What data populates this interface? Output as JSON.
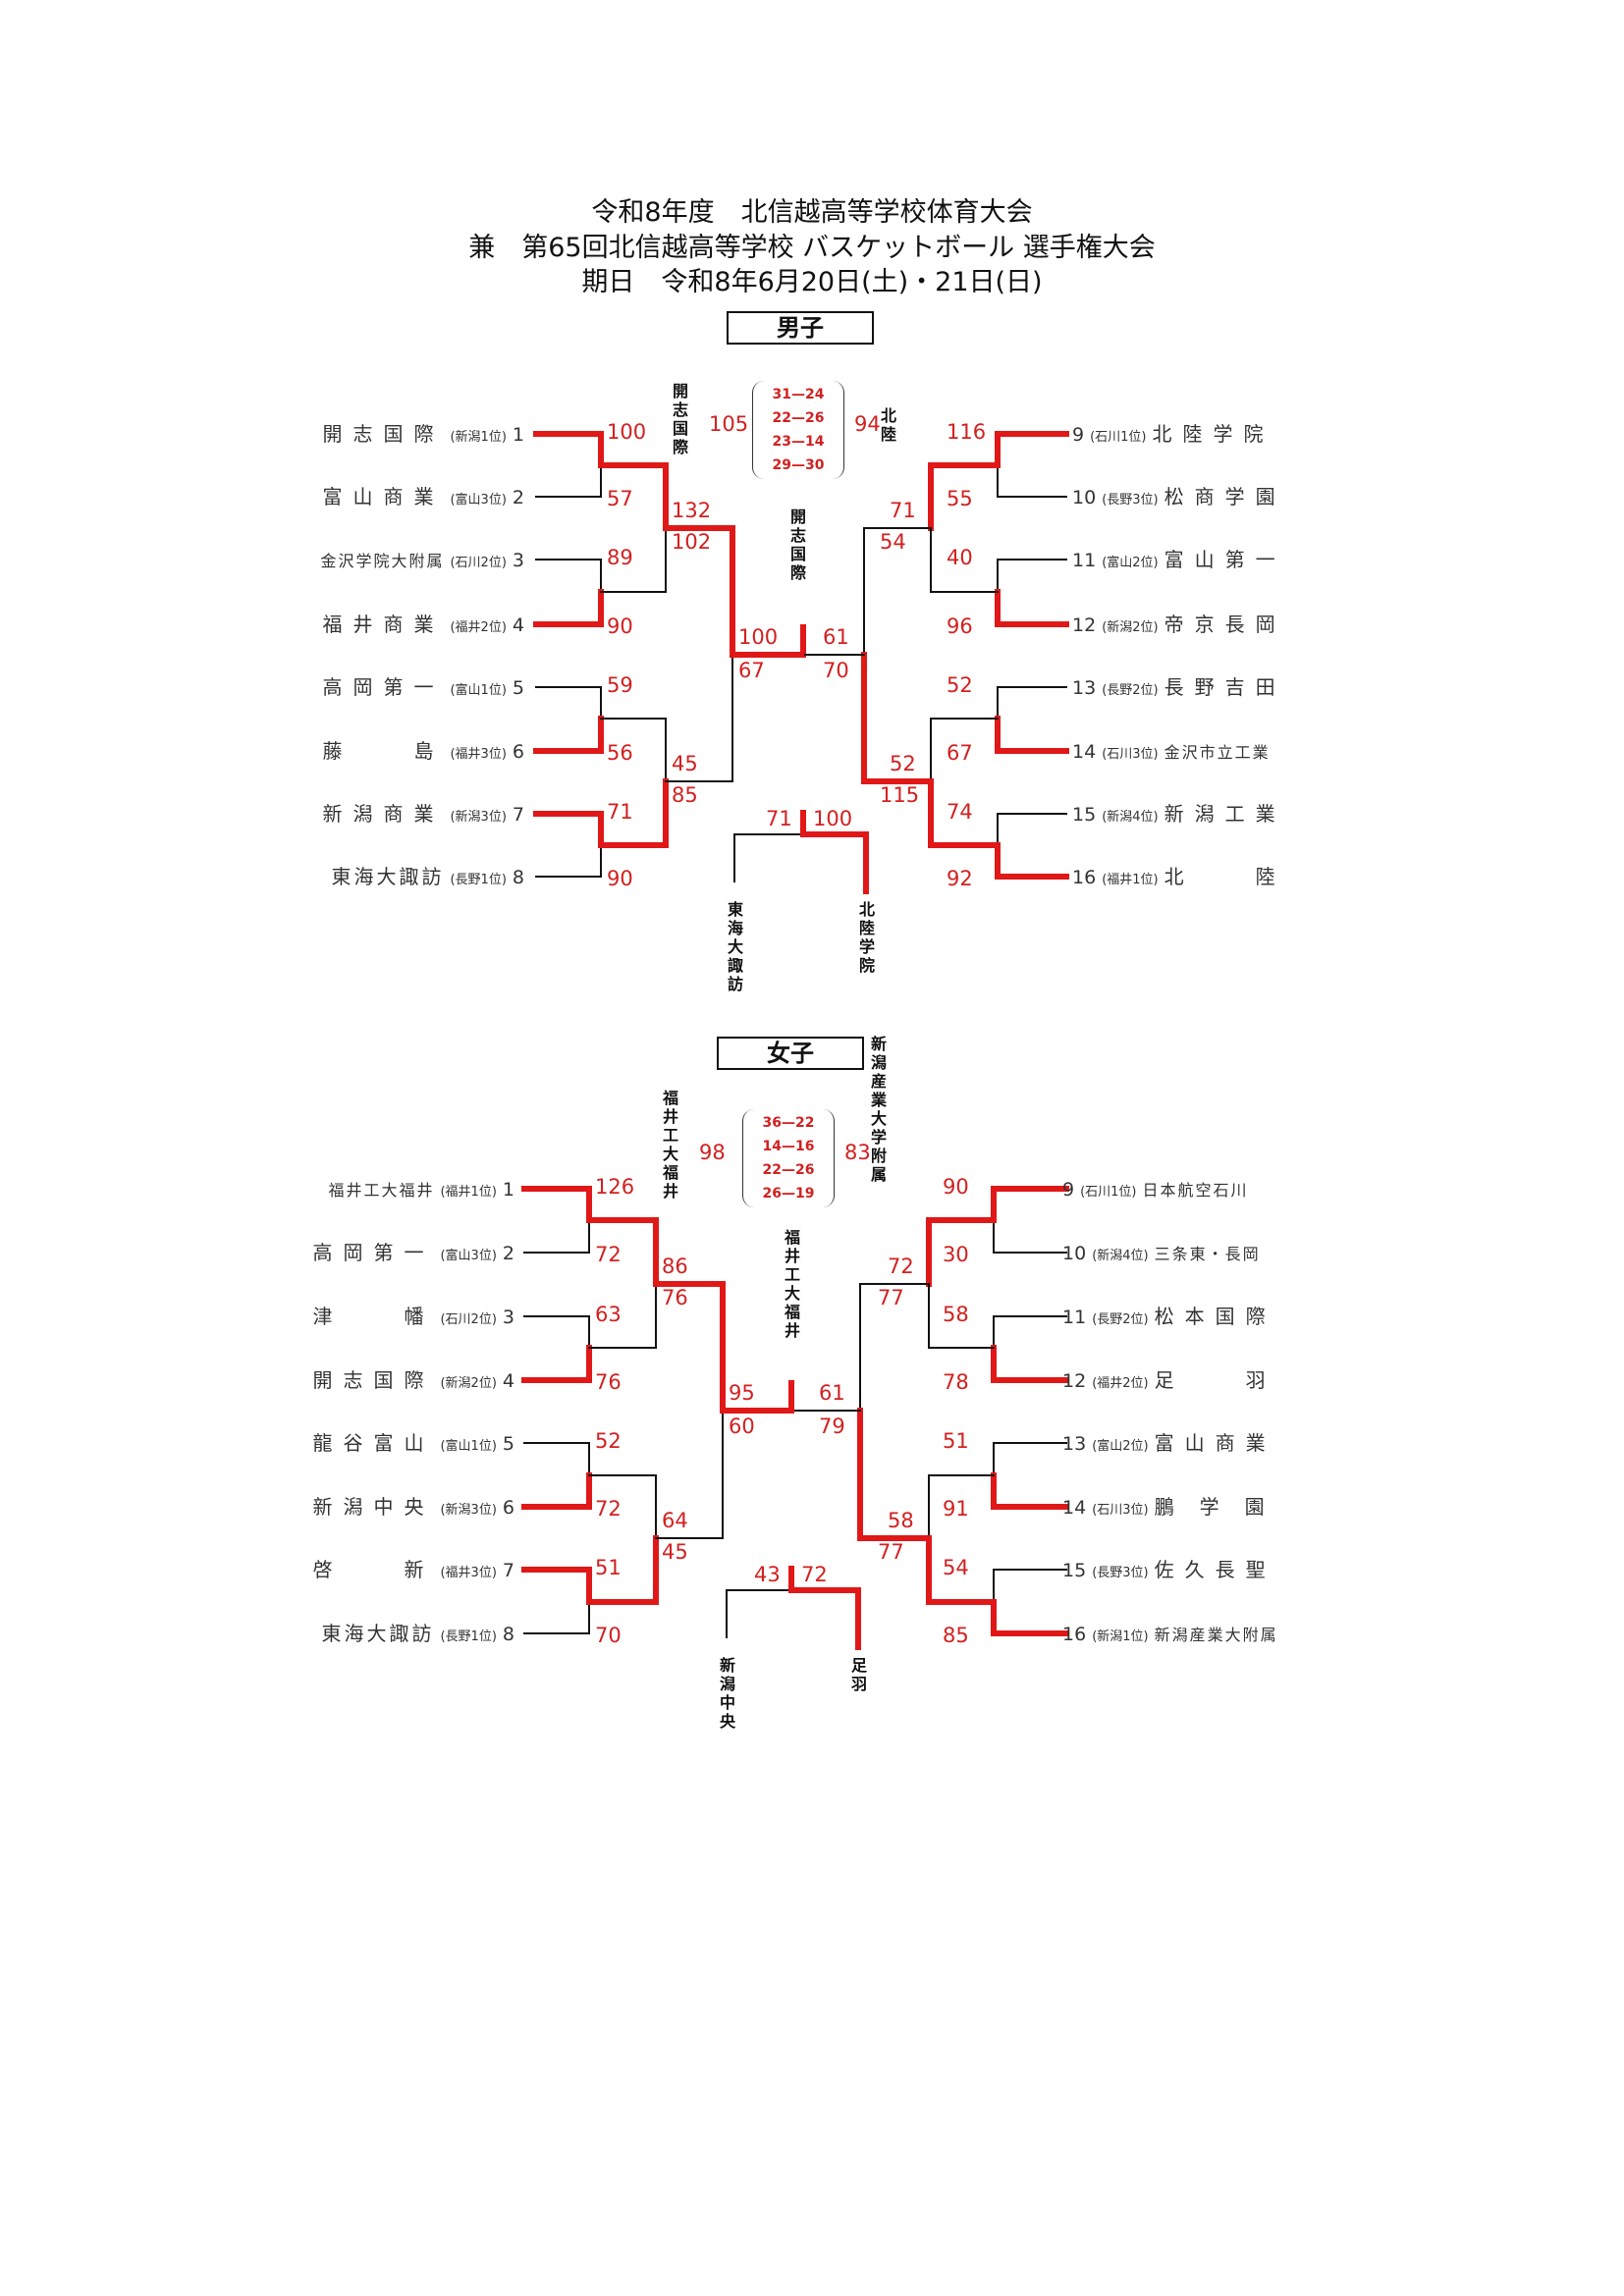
{
  "header": {
    "line1": "令和8年度　北信越高等学校体育大会",
    "line2": "兼　第65回北信越高等学校 バスケットボール 選手権大会",
    "line3": "期日　令和8年6月20日(土)・21日(日)"
  },
  "boys": {
    "label": "男子",
    "left_teams": [
      {
        "name": "開志国際",
        "rank": "(新潟1位)",
        "no": "1"
      },
      {
        "name": "富山商業",
        "rank": "(富山3位)",
        "no": "2"
      },
      {
        "name": "金沢学院大附属",
        "rank": "(石川2位)",
        "no": "3"
      },
      {
        "name": "福井商業",
        "rank": "(福井2位)",
        "no": "4"
      },
      {
        "name": "高岡第一",
        "rank": "(富山1位)",
        "no": "5"
      },
      {
        "name": "藤　　島",
        "rank": "(福井3位)",
        "no": "6"
      },
      {
        "name": "新潟商業",
        "rank": "(新潟3位)",
        "no": "7"
      },
      {
        "name": "東海大諏訪",
        "rank": "(長野1位)",
        "no": "8"
      }
    ],
    "right_teams": [
      {
        "no": "9",
        "rank": "(石川1位)",
        "name": "北陸学院"
      },
      {
        "no": "10",
        "rank": "(長野3位)",
        "name": "松商学園"
      },
      {
        "no": "11",
        "rank": "(富山2位)",
        "name": "富山第一"
      },
      {
        "no": "12",
        "rank": "(新潟2位)",
        "name": "帝京長岡"
      },
      {
        "no": "13",
        "rank": "(長野2位)",
        "name": "長野吉田"
      },
      {
        "no": "14",
        "rank": "(石川3位)",
        "name": "金沢市立工業"
      },
      {
        "no": "15",
        "rank": "(新潟4位)",
        "name": "新潟工業"
      },
      {
        "no": "16",
        "rank": "(福井1位)",
        "name": "北　　陸"
      }
    ],
    "scores": {
      "r1_l": [
        "100",
        "57",
        "89",
        "90",
        "59",
        "56",
        "71",
        "90"
      ],
      "r1_r": [
        "116",
        "55",
        "40",
        "96",
        "52",
        "67",
        "74",
        "92"
      ],
      "qf_l": [
        "132",
        "102",
        "45",
        "85"
      ],
      "qf_r": [
        "71",
        "54",
        "52",
        "115"
      ],
      "sf_l": [
        "100",
        "67"
      ],
      "sf_r": [
        "61",
        "70"
      ],
      "final_left": "105",
      "final_right": "94",
      "third_left": "71",
      "third_right": "100"
    },
    "final_left_name": "開志国際",
    "final_right_name": "北陸",
    "sets": [
      "31—24",
      "22—26",
      "23—14",
      "29—30"
    ],
    "champion": "開志国際",
    "third_left_name": "東海大諏訪",
    "third_right_name": "北陸学院"
  },
  "girls": {
    "label": "女子",
    "left_teams": [
      {
        "name": "福井工大福井",
        "rank": "(福井1位)",
        "no": "1"
      },
      {
        "name": "高岡第一",
        "rank": "(富山3位)",
        "no": "2"
      },
      {
        "name": "津　　幡",
        "rank": "(石川2位)",
        "no": "3"
      },
      {
        "name": "開志国際",
        "rank": "(新潟2位)",
        "no": "4"
      },
      {
        "name": "龍谷富山",
        "rank": "(富山1位)",
        "no": "5"
      },
      {
        "name": "新潟中央",
        "rank": "(新潟3位)",
        "no": "6"
      },
      {
        "name": "啓　　新",
        "rank": "(福井3位)",
        "no": "7"
      },
      {
        "name": "東海大諏訪",
        "rank": "(長野1位)",
        "no": "8"
      }
    ],
    "right_teams": [
      {
        "no": "9",
        "rank": "(石川1位)",
        "name": "日本航空石川"
      },
      {
        "no": "10",
        "rank": "(新潟4位)",
        "name": "三条東・長岡"
      },
      {
        "no": "11",
        "rank": "(長野2位)",
        "name": "松本国際"
      },
      {
        "no": "12",
        "rank": "(福井2位)",
        "name": "足　　羽"
      },
      {
        "no": "13",
        "rank": "(富山2位)",
        "name": "富山商業"
      },
      {
        "no": "14",
        "rank": "(石川3位)",
        "name": "鵬　学　園"
      },
      {
        "no": "15",
        "rank": "(長野3位)",
        "name": "佐久長聖"
      },
      {
        "no": "16",
        "rank": "(新潟1位)",
        "name": "新潟産業大附属"
      }
    ],
    "scores": {
      "r1_l": [
        "126",
        "72",
        "63",
        "76",
        "52",
        "72",
        "51",
        "70"
      ],
      "r1_r": [
        "90",
        "30",
        "58",
        "78",
        "51",
        "91",
        "54",
        "85"
      ],
      "qf_l": [
        "86",
        "76",
        "64",
        "45"
      ],
      "qf_r": [
        "72",
        "77",
        "58",
        "77"
      ],
      "sf_l": [
        "95",
        "60"
      ],
      "sf_r": [
        "61",
        "79"
      ],
      "final_left": "98",
      "final_right": "83",
      "third_left": "43",
      "third_right": "72"
    },
    "final_left_name": "福井工大福井",
    "final_right_name": "新潟産業大学附属",
    "sets": [
      "36—22",
      "14—16",
      "22—26",
      "26—19"
    ],
    "champion": "福井工大福井",
    "third_left_name": "新潟中央",
    "third_right_name": "足羽"
  },
  "colors": {
    "winner_line": "#e01818",
    "loser_line": "#111111",
    "score_text": "#d32020"
  }
}
